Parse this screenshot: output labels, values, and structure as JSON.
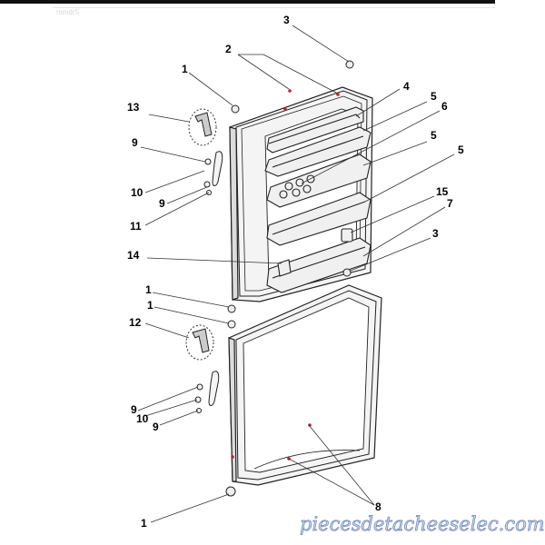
{
  "header": {
    "faint_text": "mmdr5"
  },
  "callouts": {
    "c1_top": "1",
    "c2": "2",
    "c3_top": "3",
    "c4": "4",
    "c5_a": "5",
    "c6": "6",
    "c13": "13",
    "c9_a": "9",
    "c10_a": "10",
    "c9_b": "9",
    "c11": "11",
    "c5_b": "5",
    "c5_c": "5",
    "c15": "15",
    "c7": "7",
    "c3_mid": "3",
    "c14": "14",
    "c1_mid_a": "1",
    "c1_mid_b": "1",
    "c12": "12",
    "c9_c": "9",
    "c10_b": "10",
    "c9_d": "9",
    "c8": "8",
    "c1_bottom": "1"
  },
  "watermark": "piecesdetacheeselec.com"
}
